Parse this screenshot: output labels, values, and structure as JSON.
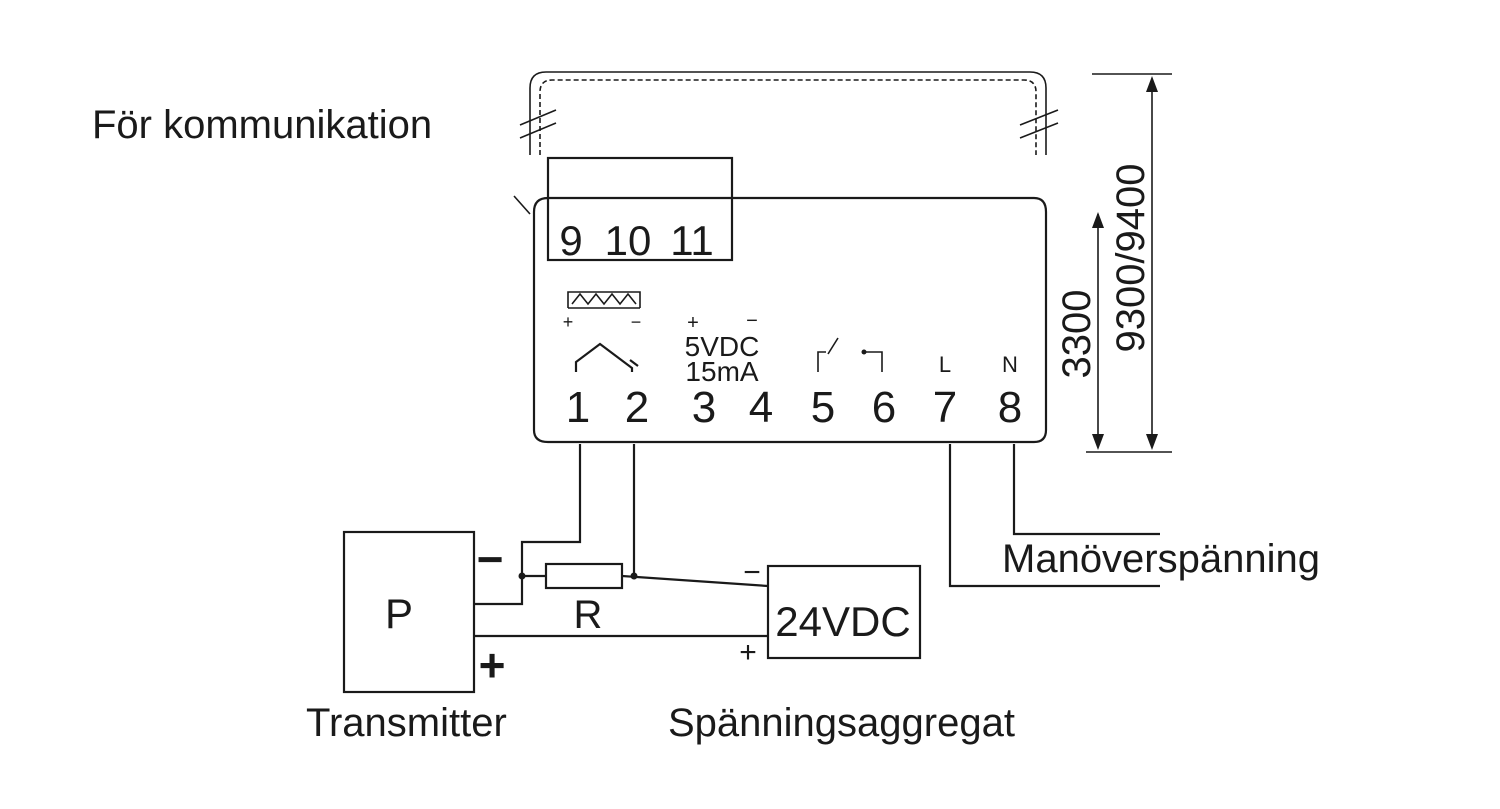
{
  "labels": {
    "communication": "För kommunikation",
    "transmitter": "Transmitter",
    "power_supply": "Spänningsaggregat",
    "control_voltage": "Manöverspänning",
    "transmitter_symbol": "P",
    "resistor": "R",
    "supply_voltage": "24VDC",
    "minus_sign": "−",
    "plus_sign": "+",
    "dim_inner": "3300",
    "dim_outer": "9300/9400"
  },
  "terminals": {
    "t1": "1",
    "t2": "2",
    "t3": "3",
    "t4": "4",
    "t5": "5",
    "t6": "6",
    "t7": "7",
    "t8": "8",
    "t9": "9",
    "t10": "10",
    "t11": "11"
  },
  "terminal_labels": {
    "vdc": "5VDC",
    "current": "15mA",
    "plus": "+",
    "minus": "−",
    "live": "L",
    "neutral": "N"
  }
}
